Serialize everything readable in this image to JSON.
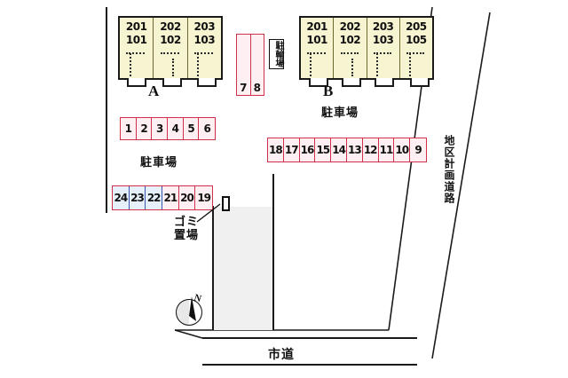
{
  "plan": {
    "title_note": "apartment complex site plan",
    "buildings": [
      {
        "label": "A",
        "units": [
          {
            "upper": "201",
            "lower": "101"
          },
          {
            "upper": "202",
            "lower": "102"
          },
          {
            "upper": "203",
            "lower": "103"
          }
        ]
      },
      {
        "label": "B",
        "units": [
          {
            "upper": "201",
            "lower": "101"
          },
          {
            "upper": "202",
            "lower": "102"
          },
          {
            "upper": "203",
            "lower": "103"
          },
          {
            "upper": "205",
            "lower": "105"
          }
        ]
      }
    ],
    "parking_rows": {
      "row_1_6": [
        "1",
        "2",
        "3",
        "4",
        "5",
        "6"
      ],
      "row_7_8": [
        "7",
        "8"
      ],
      "row_18_9": [
        "18",
        "17",
        "16",
        "15",
        "14",
        "13",
        "12",
        "11",
        "10",
        "9"
      ],
      "row_24_19": [
        "24",
        "23",
        "22",
        "21",
        "20",
        "19"
      ],
      "row_24_19_blue_count": 3
    },
    "labels": {
      "parking_a": "駐車場",
      "parking_b": "駐車場",
      "bicycle_parking": "駐輪場",
      "garbage": "ゴミ\n置場",
      "district_road": "地区計画道路",
      "city_road": "市道",
      "north": "N"
    },
    "colors": {
      "building_fill": "#f7f4d2",
      "parking_pink": "#fdeff2",
      "parking_pink_border": "#d0304a",
      "parking_blue": "#e6f0fb",
      "parking_blue_border": "#3a55b0",
      "driveway": "#f0f0f0",
      "outline": "#1a1a1a"
    }
  }
}
